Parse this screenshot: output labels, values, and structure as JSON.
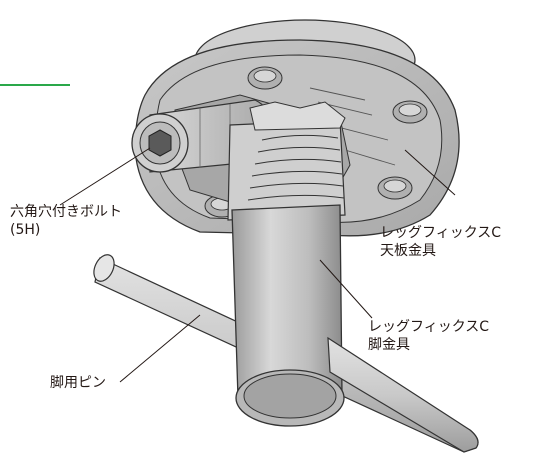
{
  "accent_color": "#2aa84a",
  "labels": {
    "bolt": {
      "line1": "六角穴付きボルト",
      "line2": "(5H)"
    },
    "top_plate": {
      "line1": "レッグフィックスC",
      "line2": "天板金具"
    },
    "leg_fitting": {
      "line1": "レッグフィックスC",
      "line2": "脚金具"
    },
    "leg_pin": {
      "line1": "脚用ピン"
    }
  }
}
